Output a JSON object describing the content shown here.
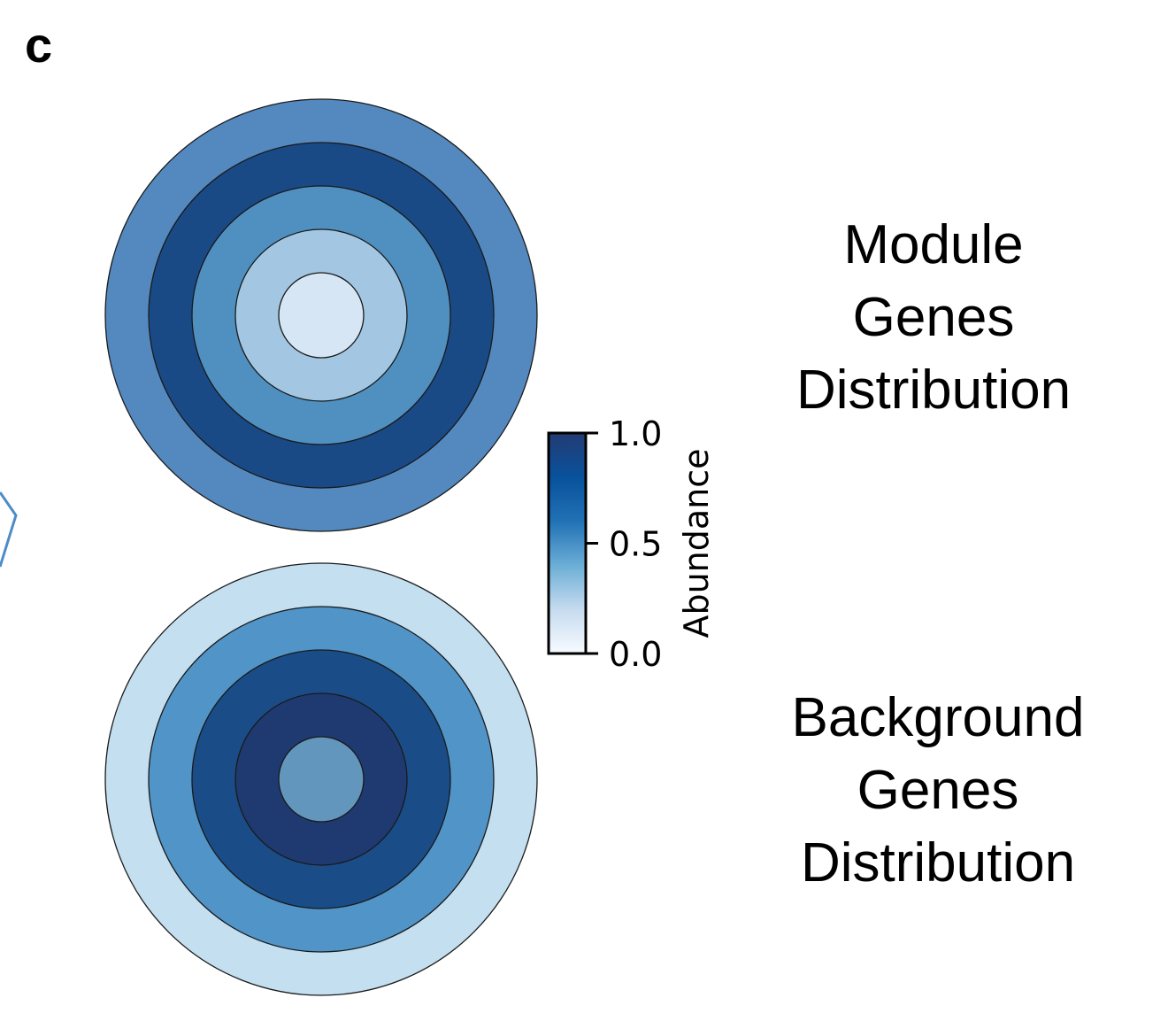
{
  "panel_label": "c",
  "chart_data": {
    "type": "heatmap",
    "subtype": "concentric-ring-distribution",
    "colormap": "Blues",
    "rings_order": "center-to-outer",
    "charts": [
      {
        "title_lines": [
          "Module",
          "Genes",
          "Distribution"
        ],
        "ring_values": [
          0.15,
          0.35,
          0.6,
          0.85,
          0.7
        ],
        "ring_colors": [
          "#d6e6f4",
          "#a3c7e2",
          "#4f90c1",
          "#1a4a86",
          "#5389bf"
        ]
      },
      {
        "title_lines": [
          "Background",
          "Genes",
          "Distribution"
        ],
        "ring_values": [
          0.6,
          1.0,
          0.85,
          0.6,
          0.25
        ],
        "ring_colors": [
          "#6396bd",
          "#1e3a70",
          "#1a4d88",
          "#5194c8",
          "#c3dff0"
        ]
      }
    ],
    "colorbar": {
      "label": "Abundance",
      "range": [
        0.0,
        1.0
      ],
      "ticks": [
        0.0,
        0.5,
        1.0
      ],
      "tick_labels": [
        "0.0",
        "0.5",
        "1.0"
      ],
      "gradient_stops": [
        "#f7fbff",
        "#c6dbef",
        "#6baed6",
        "#2171b5",
        "#08519c",
        "#243b73"
      ]
    }
  }
}
